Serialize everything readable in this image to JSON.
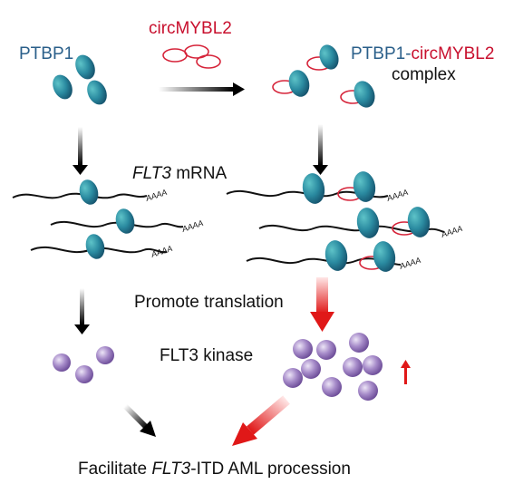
{
  "labels": {
    "ptbp1": "PTBP1",
    "circ": "circMYBL2",
    "complex_a": "PTBP1-",
    "complex_b": "circMYBL2",
    "complex_c": "complex",
    "flt3_gene": "FLT3",
    "mrna": " mRNA",
    "poly_a": "AAAA",
    "promote": "Promote translation",
    "kinase": "FLT3 kinase",
    "final_a": "Facilitate ",
    "final_b": "FLT3",
    "final_c": "-ITD AML procession"
  },
  "colors": {
    "protein_blue": "#1f6f8b",
    "protein_hi": "#58c3c9",
    "circ_red": "#d6243a",
    "kinase_purple": "#7a5aa6",
    "kinase_hi": "#e6dcf2",
    "arrow_red": "#e01818",
    "text_blue": "#2a5f8a"
  }
}
